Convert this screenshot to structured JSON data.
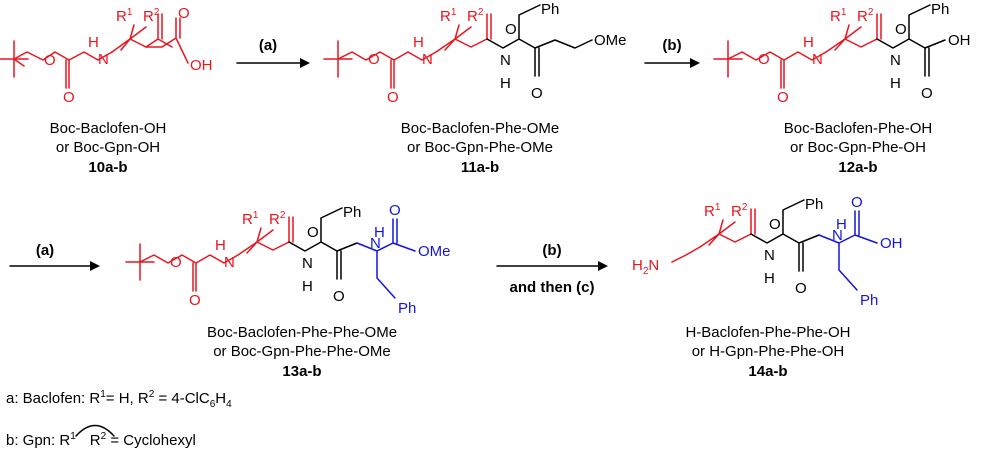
{
  "colors": {
    "boc_gaba_fragment": "#e8151f",
    "second_phe": "#1515d8",
    "core": "#000000"
  },
  "atoms": {
    "h": "H",
    "o": "O",
    "oh": "OH",
    "ome": "OMe",
    "ph": "Ph",
    "r": "R",
    "sup1": "1",
    "sup2": "2",
    "h2": "H",
    "h2sub": "2",
    "n": "N"
  },
  "arrows": [
    {
      "label": "(a)"
    },
    {
      "label": "(b)"
    },
    {
      "label": "(a)"
    },
    {
      "label": "(b)",
      "sublabel": "and then (c)"
    }
  ],
  "compounds": [
    {
      "name_line1": "Boc-Baclofen-OH",
      "name_line2": "or Boc-Gpn-OH",
      "number": "10a-b"
    },
    {
      "name_line1": "Boc-Baclofen-Phe-OMe",
      "name_line2": "or Boc-Gpn-Phe-OMe",
      "number": "11a-b"
    },
    {
      "name_line1": "Boc-Baclofen-Phe-OH",
      "name_line2": "or Boc-Gpn-Phe-OH",
      "number": "12a-b"
    },
    {
      "name_line1": "Boc-Baclofen-Phe-Phe-OMe",
      "name_line2": "or Boc-Gpn-Phe-Phe-OMe",
      "number": "13a-b"
    },
    {
      "name_line1": "H-Baclofen-Phe-Phe-OH",
      "name_line2": "or H-Gpn-Phe-Phe-OH",
      "number": "14a-b"
    }
  ],
  "footnotes": {
    "a_prefix": "a: Baclofen: R",
    "a_sup1": "1",
    "a_mid": "= H, R",
    "a_sup2": "2",
    "a_rest": " = 4-ClC",
    "a_sub6": "6",
    "a_h": "H",
    "a_sub4": "4",
    "b_prefix": "b: Gpn: R",
    "b_sup1": "1",
    "b_r2": "R",
    "b_sup2": "2",
    "b_rest": " = Cyclohexyl"
  }
}
